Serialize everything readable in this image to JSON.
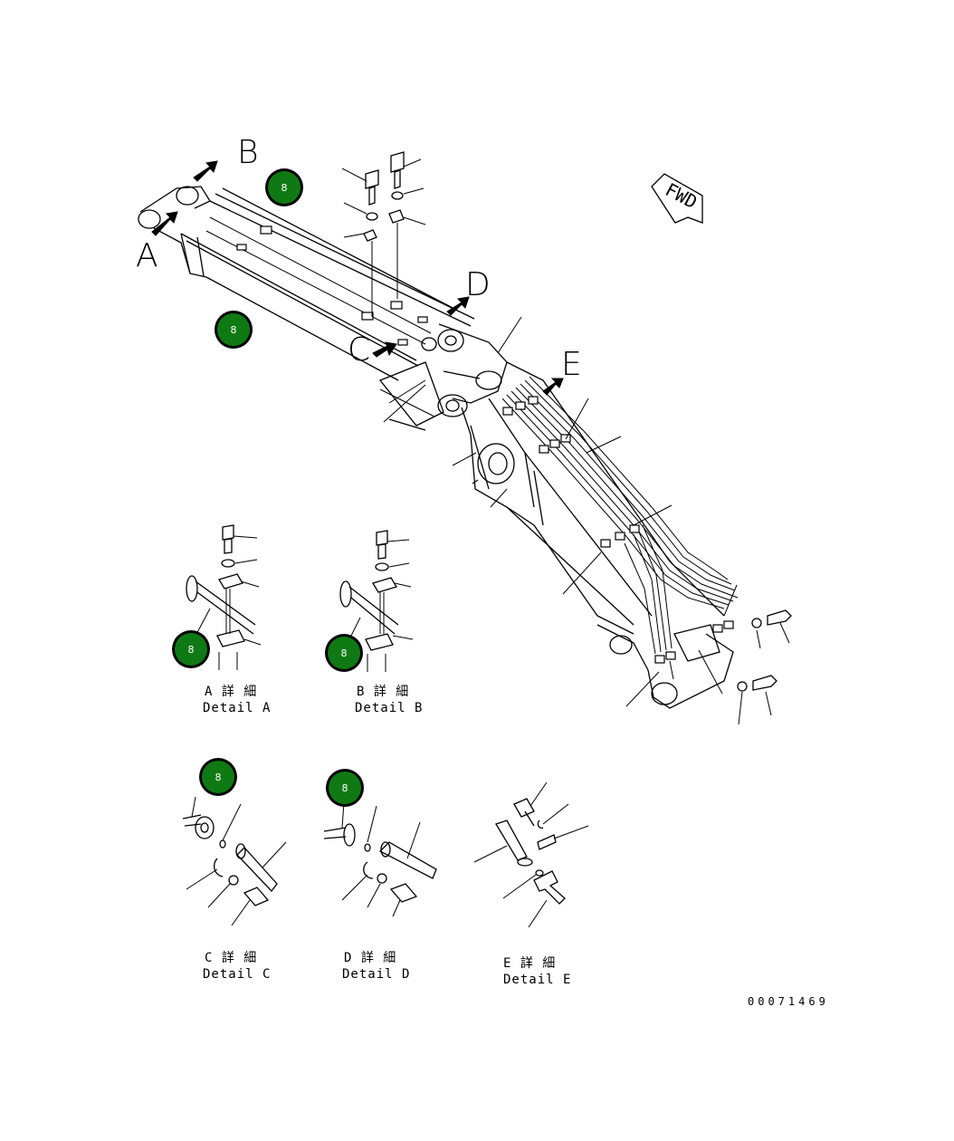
{
  "labels": {
    "A": "A",
    "B": "B",
    "C": "C",
    "D": "D",
    "E": "E"
  },
  "fwd": "FWD",
  "callout_text": "8",
  "callout_color": "#0f7a14",
  "captions": {
    "a_jp": "A 詳 細",
    "a_en": "Detail A",
    "b_jp": "B 詳 細",
    "b_en": "Detail B",
    "c_jp": "C 詳 細",
    "c_en": "Detail C",
    "d_jp": "D 詳 細",
    "d_en": "Detail D",
    "e_jp": "E 詳 細",
    "e_en": "Detail E"
  },
  "drawing_number": "00071469"
}
